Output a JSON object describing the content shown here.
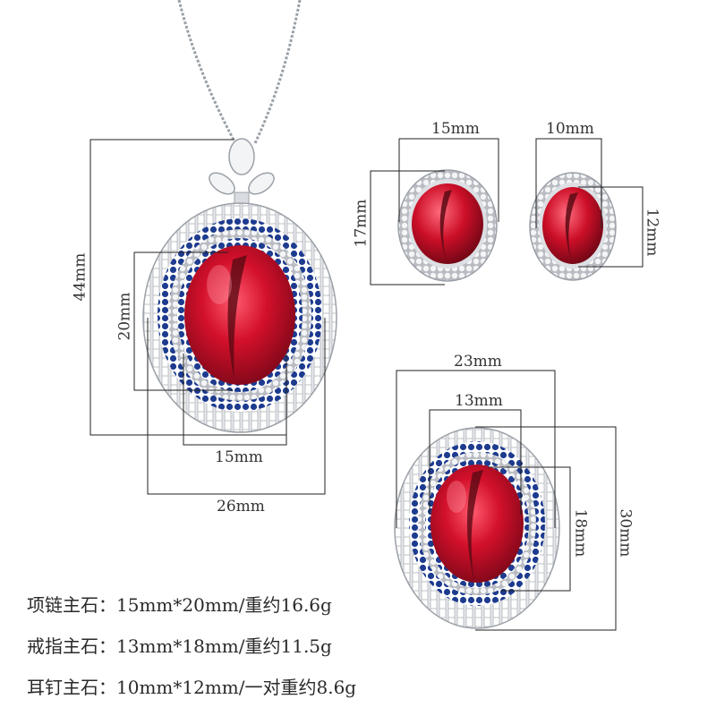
{
  "necklace": {
    "height_label": "44mm",
    "stone_height_label": "20mm",
    "stone_width_label": "15mm",
    "total_width_label": "26mm"
  },
  "earrings": {
    "left_width_label": "15mm",
    "left_height_label": "17mm",
    "right_width_label": "10mm",
    "right_height_label": "12mm"
  },
  "ring": {
    "total_width_label": "23mm",
    "stone_width_label": "13mm",
    "stone_height_label": "18mm",
    "total_height_label": "30mm"
  },
  "specs": [
    "项链主石：15mm*20mm/重约16.6g",
    "戒指主石：13mm*18mm/重约11.5g",
    "耳钉主石：10mm*12mm/一对重约8.6g"
  ],
  "colors": {
    "ruby": "#c8102e",
    "ruby_dark": "#5a0a14",
    "sapphire": "#1f3a8a",
    "silver": "#c9ccd1",
    "line": "#222222"
  }
}
